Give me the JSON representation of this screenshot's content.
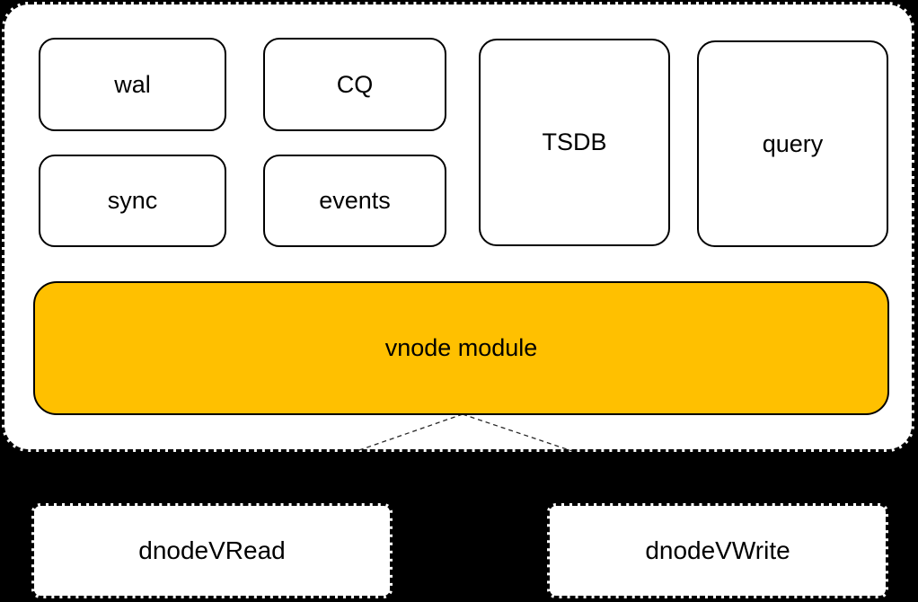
{
  "canvas": {
    "background": "#000000"
  },
  "vnode_group": {
    "modules": {
      "wal": "wal",
      "cq": "CQ",
      "sync": "sync",
      "events": "events",
      "tsdb": "TSDB",
      "query": "query"
    },
    "vnode_label": "vnode module",
    "vnode_fill": "#FFC000"
  },
  "dnode": {
    "read_label": "dnodeVRead",
    "write_label": "dnodeVWrite"
  },
  "styles": {
    "box_fill": "#FFFFFF",
    "box_border": "#000000",
    "text_color": "#000000",
    "connector_color": "#262626"
  }
}
